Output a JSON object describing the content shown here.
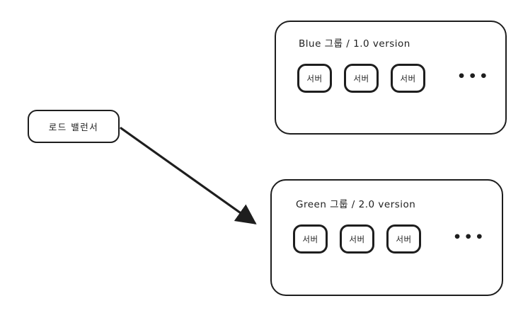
{
  "colors": {
    "stroke": "#1e1e1e",
    "background": "#ffffff"
  },
  "load_balancer": {
    "label": "로드 밸런서"
  },
  "arrow": {
    "from": "load-balancer",
    "to": "green-group"
  },
  "groups": [
    {
      "name": "blue",
      "title": "Blue 그룹 / 1.0 version",
      "servers": [
        "서버",
        "서버",
        "서버"
      ],
      "ellipsis": "•••"
    },
    {
      "name": "green",
      "title": "Green 그룹 / 2.0 version",
      "servers": [
        "서버",
        "서버",
        "서버"
      ],
      "ellipsis": "•••"
    }
  ]
}
